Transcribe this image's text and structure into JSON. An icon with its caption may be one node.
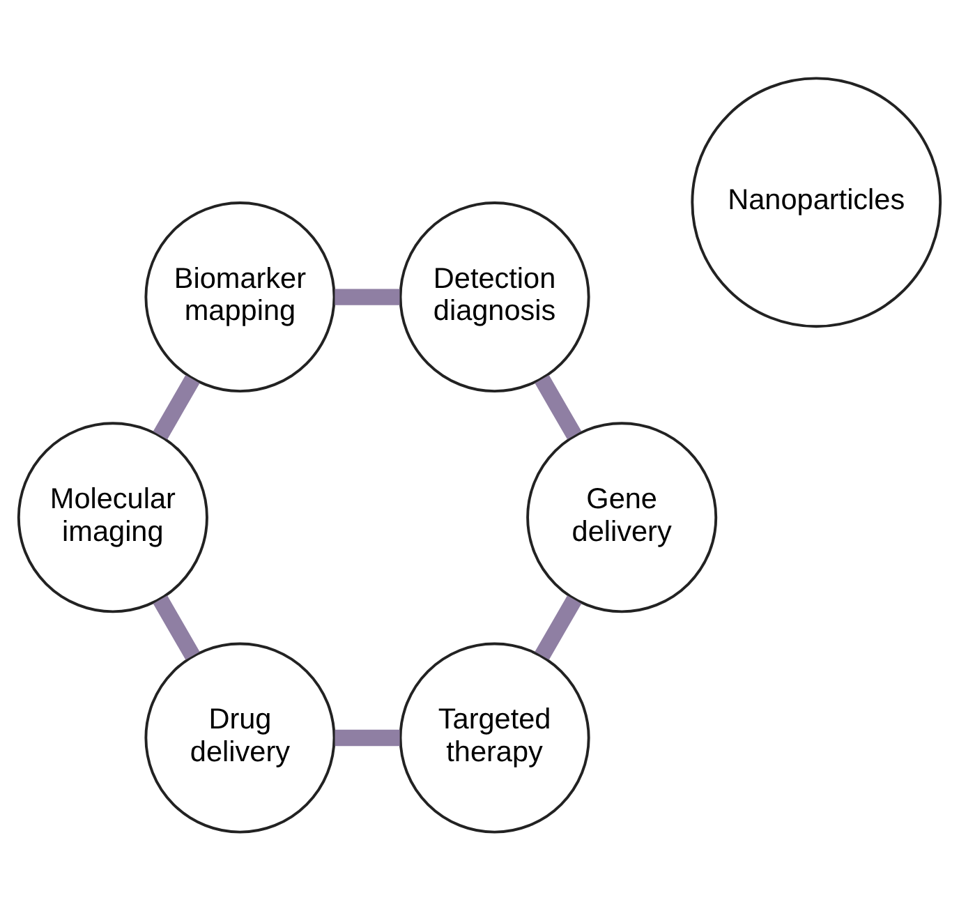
{
  "diagram": {
    "nodes": [
      {
        "text": [
          "Targeted therapy"
        ]
      },
      {
        "text": [
          "Gene delivery"
        ]
      },
      {
        "text": [
          "Drug delivery"
        ]
      },
      {
        "text": [
          "Nanoparticles"
        ]
      },
      {
        "text": [
          "Detection diagnosis"
        ]
      },
      {
        "text": [
          "Molecular imaging"
        ]
      },
      {
        "text": [
          "Biomarker mapping"
        ]
      }
    ],
    "edges": [
      {
        "from": 0,
        "to": 2,
        "arrow": "none"
      },
      {
        "from": 2,
        "to": 5,
        "arrow": "none"
      },
      {
        "from": 5,
        "to": 6,
        "arrow": "none"
      },
      {
        "from": 6,
        "to": 4,
        "arrow": "none"
      },
      {
        "from": 4,
        "to": 1,
        "arrow": "none"
      },
      {
        "from": 1,
        "to": 0,
        "arrow": "none"
      }
    ]
  }
}
